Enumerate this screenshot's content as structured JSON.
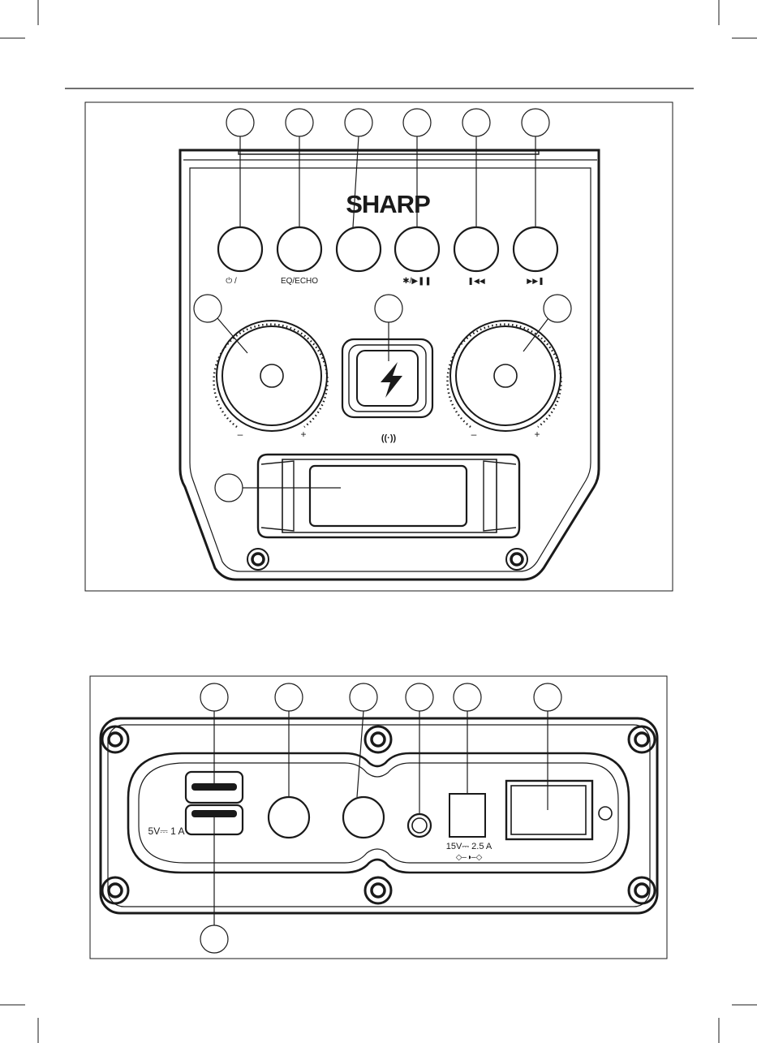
{
  "front_panel": {
    "logo": "SHARP",
    "button_labels": {
      "power": "⏻ /",
      "eq_echo": "EQ/ECHO",
      "bt_play": "✱/▶❚❚",
      "prev": "❚◀◀",
      "next": "▶▶❚"
    },
    "knob_minus": "–",
    "knob_plus": "+",
    "wireless_charge_symbol": "((·))",
    "charger_icon": "lightning-bolt-icon"
  },
  "rear_panel": {
    "usb_rating": "5V⎓ 1 A",
    "dc_rating": "15V⎓ 2.5 A",
    "dc_polarity": "◇–◑–◇"
  }
}
